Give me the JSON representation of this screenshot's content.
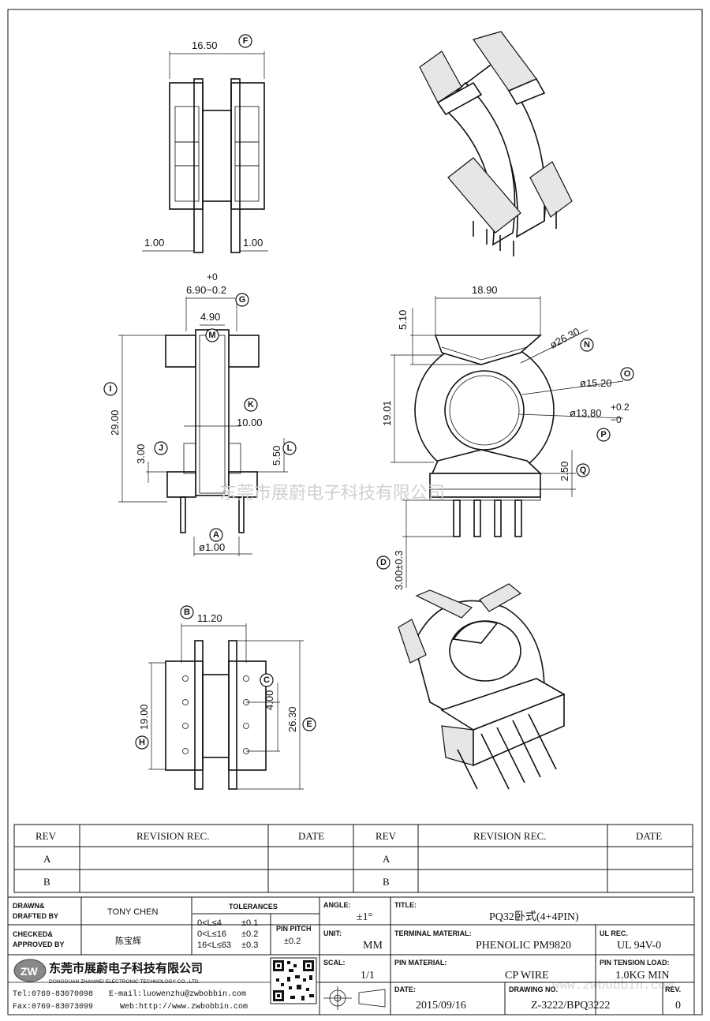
{
  "dims": {
    "top_width": "16.50",
    "top_left": "1.00",
    "top_right": "1.00",
    "side_tol_plus": "+0",
    "side_width": "6.90−0.2",
    "side_inner": "4.90",
    "side_height": "29.00",
    "side_k": "10.00",
    "side_j": "3.00",
    "side_l": "5.50",
    "side_pin": "ø1.00",
    "front_width": "18.90",
    "front_top": "5.10",
    "front_n": "ø26.30",
    "front_o": "ø15.20",
    "front_p": "ø13.80",
    "front_p_tol_plus": "+0.2",
    "front_p_tol_minus": "−0",
    "front_height": "19.01",
    "front_q": "2.50",
    "front_d": "3.00±0.3",
    "bottom_b": "11.20",
    "bottom_c": "4.00",
    "bottom_e": "26.30",
    "bottom_h": "19.00"
  },
  "labels": {
    "F": "F",
    "G": "G",
    "M": "M",
    "I": "I",
    "K": "K",
    "J": "J",
    "L": "L",
    "A": "A",
    "N": "N",
    "O": "O",
    "P": "P",
    "Q": "Q",
    "D": "D",
    "B": "B",
    "C": "C",
    "E": "E",
    "H": "H"
  },
  "watermark": "东莞市展蔚电子科技有限公司",
  "watermark_url": "www.zwbobbin.com",
  "revision": {
    "headers": [
      "REV",
      "REVISION REC.",
      "DATE",
      "REV",
      "REVISION REC.",
      "DATE"
    ],
    "rows": [
      "A",
      "B"
    ]
  },
  "titleblock": {
    "drawn_label_1": "DRAWN&",
    "drawn_label_2": "DRAFTED BY",
    "drawn_value": "TONY CHEN",
    "checked_label_1": "CHECKED&",
    "checked_label_2": "APPROVED BY",
    "checked_value": "陈宝辉",
    "tolerances_label": "TOLERANCES",
    "tol_rows": [
      {
        "range": "0<L≤4",
        "value": "±0.1"
      },
      {
        "range": "0<L≤16",
        "value": "±0.2"
      },
      {
        "range": "16<L≤63",
        "value": "±0.3"
      }
    ],
    "pin_pitch_label": "PIN PITCH",
    "pin_pitch_value": "±0.2",
    "angle_label": "ANGLE:",
    "angle_value": "±1°",
    "unit_label": "UNIT:",
    "unit_value": "MM",
    "scale_label": "SCAL:",
    "scale_value": "1/1",
    "title_label": "TITLE:",
    "title_value": "PQ32卧式(4+4PIN)",
    "terminal_label": "TERMINAL MATERIAL:",
    "terminal_value": "PHENOLIC PM9820",
    "ul_label": "UL REC.",
    "ul_value": "UL 94V-0",
    "pin_material_label": "PIN MATERIAL:",
    "pin_material_value": "CP WIRE",
    "tension_label": "PIN TENSION LOAD:",
    "tension_value": "1.0KG MIN",
    "date_label": "DATE:",
    "date_value": "2015/09/16",
    "drawing_label": "DRAWING NO.",
    "drawing_value": "Z-3222/BPQ3222",
    "rev_label": "REV.",
    "rev_value": "0",
    "company_cn": "东莞市展蔚电子科技有限公司",
    "company_en": "DONGGUAN ZHANWEI ELECTRONIC TECHNOLOGY CO., LTD.",
    "tel": "Tel:0769-83070098",
    "email": "E-mail:luowenzhu@zwbobbin.com",
    "fax": "Fax:0769-83073099",
    "web": "Web:http://www.zwbobbin.com"
  }
}
